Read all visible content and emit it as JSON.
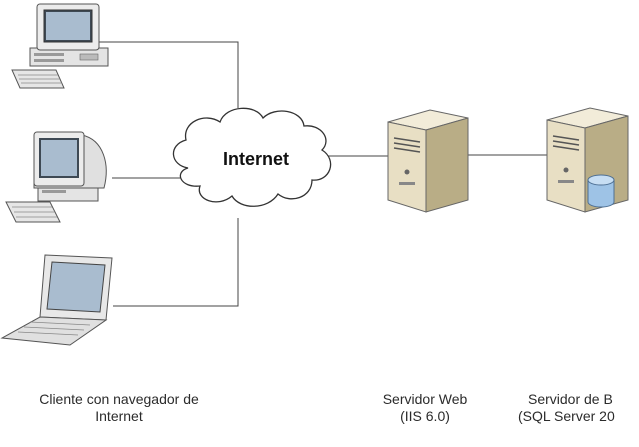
{
  "cloud": {
    "label": "Internet"
  },
  "captions": {
    "client": {
      "line1": "Cliente con navegador de",
      "line2": "Internet"
    },
    "web_server": {
      "line1": "Servidor Web",
      "line2": "(IIS 6.0)"
    },
    "db_server": {
      "line1": "Servidor de B",
      "line2": "(SQL Server 20"
    }
  },
  "icons": {
    "desktop_1": "desktop-computer-icon",
    "desktop_2": "crt-computer-icon",
    "laptop": "laptop-icon",
    "web_server": "server-tower-icon",
    "db_server": "database-server-icon"
  },
  "colors": {
    "line": "#444444",
    "device_body": "#e9e9e9",
    "device_dark": "#8a8a8a",
    "screen": "#9fb4c9",
    "server_body": "#e8dfc4",
    "server_shade": "#b9ad86",
    "db_cylinder": "#9ec3e6"
  }
}
